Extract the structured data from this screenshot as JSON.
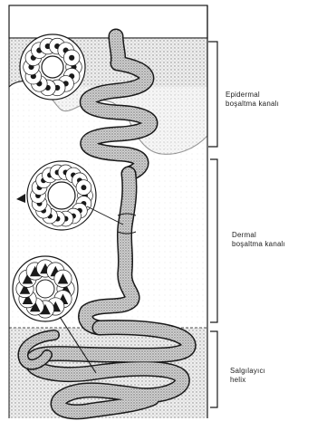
{
  "diagram": {
    "labels": [
      {
        "id": "epidermal",
        "lines": [
          "Epidermal",
          "boşaltma kanalı"
        ]
      },
      {
        "id": "dermal",
        "lines": [
          "Dermal",
          "boşaltma kanalı"
        ]
      },
      {
        "id": "secretory",
        "lines": [
          "Salgılayıcı",
          "helix"
        ]
      }
    ],
    "colors": {
      "ink": "#1a1a1a",
      "stipple": "#9a9a9a",
      "duct_fill": "#c8c8c8",
      "paper": "#ffffff"
    }
  }
}
